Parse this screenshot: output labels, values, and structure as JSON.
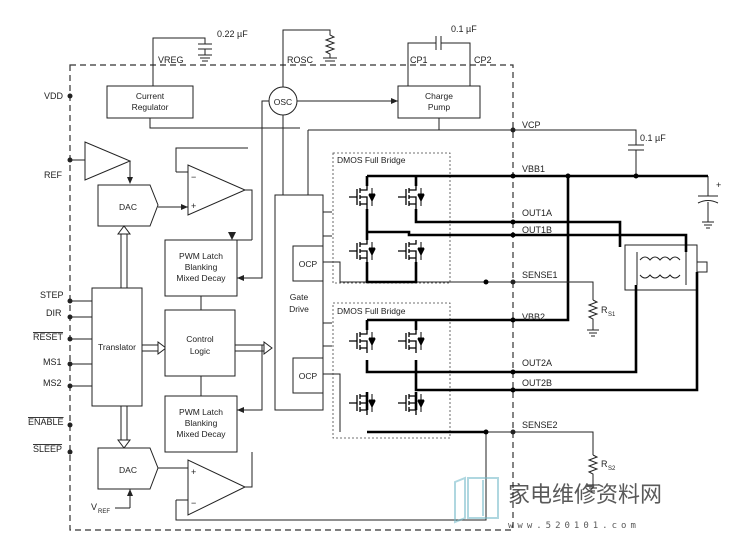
{
  "pins_left": {
    "vdd": "VDD",
    "ref": "REF",
    "step": "STEP",
    "dir": "DIR",
    "reset": "RESET",
    "ms1": "MS1",
    "ms2": "MS2",
    "enable": "ENABLE",
    "sleep": "SLEEP",
    "vref_main": "V",
    "vref_sub": "REF"
  },
  "pins_top": {
    "vreg": "VREG",
    "rosc": "ROSC",
    "cp1": "CP1",
    "cp2": "CP2",
    "cap_vreg": "0.22 µF",
    "cap_cp": "0.1 µF"
  },
  "pins_right": {
    "vcp": "VCP",
    "cap_vcp": "0.1 µF",
    "vbb1": "VBB1",
    "out1a": "OUT1A",
    "out1b": "OUT1B",
    "sense1": "SENSE1",
    "vbb2": "VBB2",
    "out2a": "OUT2A",
    "out2b": "OUT2B",
    "sense2": "SENSE2",
    "rs1_main": "R",
    "rs1_sub": "S1",
    "rs2_main": "R",
    "rs2_sub": "S2",
    "plus": "+"
  },
  "blocks": {
    "current_regulator": [
      "Current",
      "Regulator"
    ],
    "osc": "OSC",
    "charge_pump": [
      "Charge",
      "Pump"
    ],
    "dac": "DAC",
    "pwm_latch": [
      "PWM Latch",
      "Blanking",
      "Mixed Decay"
    ],
    "translator": "Translator",
    "control_logic": [
      "Control",
      "Logic"
    ],
    "gate_drive": [
      "Gate",
      "Drive"
    ],
    "ocp": "OCP",
    "dmos_full_bridge": "DMOS Full Bridge"
  },
  "watermark": {
    "text": "家电维修资料网",
    "url": "www.520101.com"
  }
}
